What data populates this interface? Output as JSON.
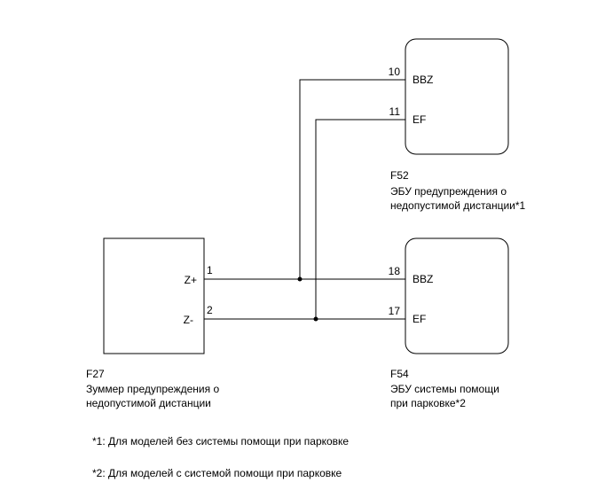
{
  "components": {
    "f52": {
      "code": "F52",
      "name_line1": "ЭБУ предупреждения о",
      "name_line2": "недопустимой дистанции*1",
      "pins": [
        {
          "number": "10",
          "label": "BBZ"
        },
        {
          "number": "11",
          "label": "EF"
        }
      ]
    },
    "f54": {
      "code": "F54",
      "name_line1": "ЭБУ системы помощи",
      "name_line2": "при парковке*2",
      "pins": [
        {
          "number": "18",
          "label": "BBZ"
        },
        {
          "number": "17",
          "label": "EF"
        }
      ]
    },
    "f27": {
      "code": "F27",
      "name_line1": "Зуммер предупреждения о",
      "name_line2": "недопустимой дистанции",
      "pins": [
        {
          "number": "1",
          "label": "Z+"
        },
        {
          "number": "2",
          "label": "Z-"
        }
      ]
    }
  },
  "notes": [
    "*1: Для моделей без системы помощи при парковке",
    "*2: Для моделей с системой помощи при парковке"
  ]
}
